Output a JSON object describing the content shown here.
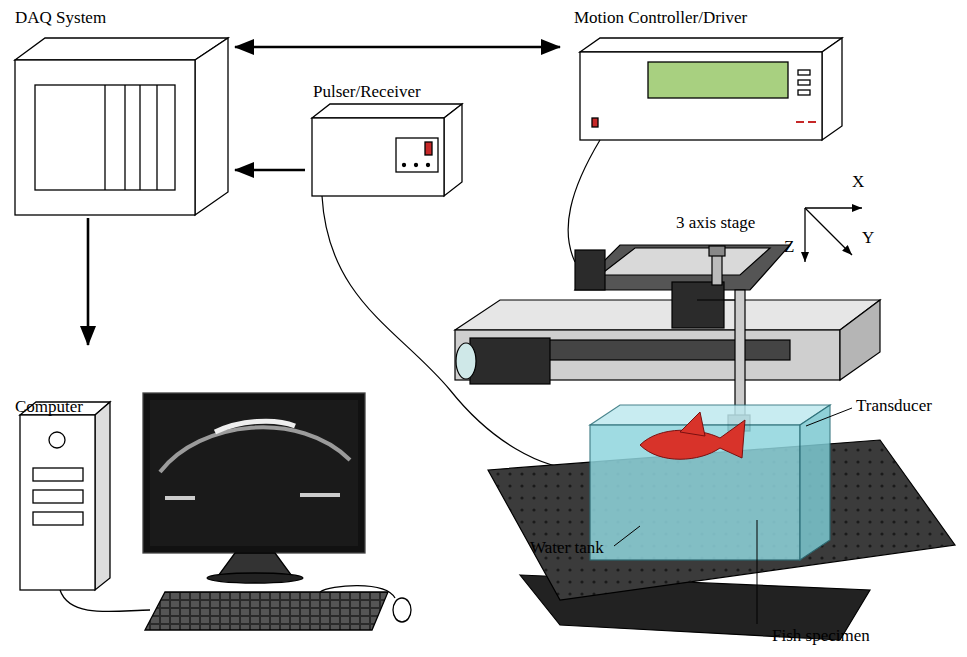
{
  "diagram": {
    "nodes": [
      {
        "text": [
          "DAQ System"
        ]
      },
      {
        "text": [
          "Motion Controller/Driver"
        ]
      },
      {
        "text": [
          "Pulser/Receiver"
        ]
      },
      {
        "text": [
          "Computer"
        ]
      }
    ],
    "edges": [
      {
        "from": 0,
        "to": 1,
        "arrow": "both"
      },
      {
        "from": 2,
        "to": 0,
        "arrow": "to"
      },
      {
        "from": 0,
        "to": 3,
        "arrow": "to"
      }
    ],
    "labels": [
      "3 axis stage",
      "X",
      "Y",
      "Z",
      "Transducer",
      "Water tank",
      "Fish specimen"
    ]
  }
}
